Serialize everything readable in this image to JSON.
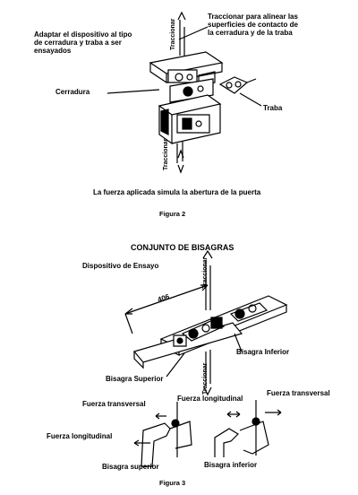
{
  "figure2": {
    "label_adaptar": "Adaptar el dispositivo al tipo\nde cerradura y traba a ser\nensayados",
    "label_traccionar_alinear": "Traccionar para alinear las\nsuperficies de contacto de\nla cerradura y de la traba",
    "label_traccionar_top": "Traccionar",
    "label_traccionar_bottom": "Traccionar",
    "label_cerradura": "Cerradura",
    "label_traba": "Traba",
    "label_fuerza": "La fuerza aplicada simula la abertura de la puerta",
    "caption": "Figura 2"
  },
  "figure3": {
    "title": "CONJUNTO DE BISAGRAS",
    "subtitle": "Dispositivo de Ensayo",
    "label_traccionar_top": "Traccionar",
    "label_traccionar_bottom": "Traccionar",
    "dimension": "406",
    "label_bisagra_superior": "Bisagra Superior",
    "label_bisagra_inferior": "Bisagra Inferior",
    "label_fuerza_transversal_left": "Fuerza transversal",
    "label_fuerza_longitudinal_top": "Fuerza longitudinal",
    "label_fuerza_transversal_right": "Fuerza transversal",
    "label_fuerza_longitudinal_left": "Fuerza longitudinal",
    "label_bisagra_superior_small": "Bisagra superior",
    "label_bisagra_inferior_small": "Bisagra inferior",
    "caption": "Figura 3"
  }
}
